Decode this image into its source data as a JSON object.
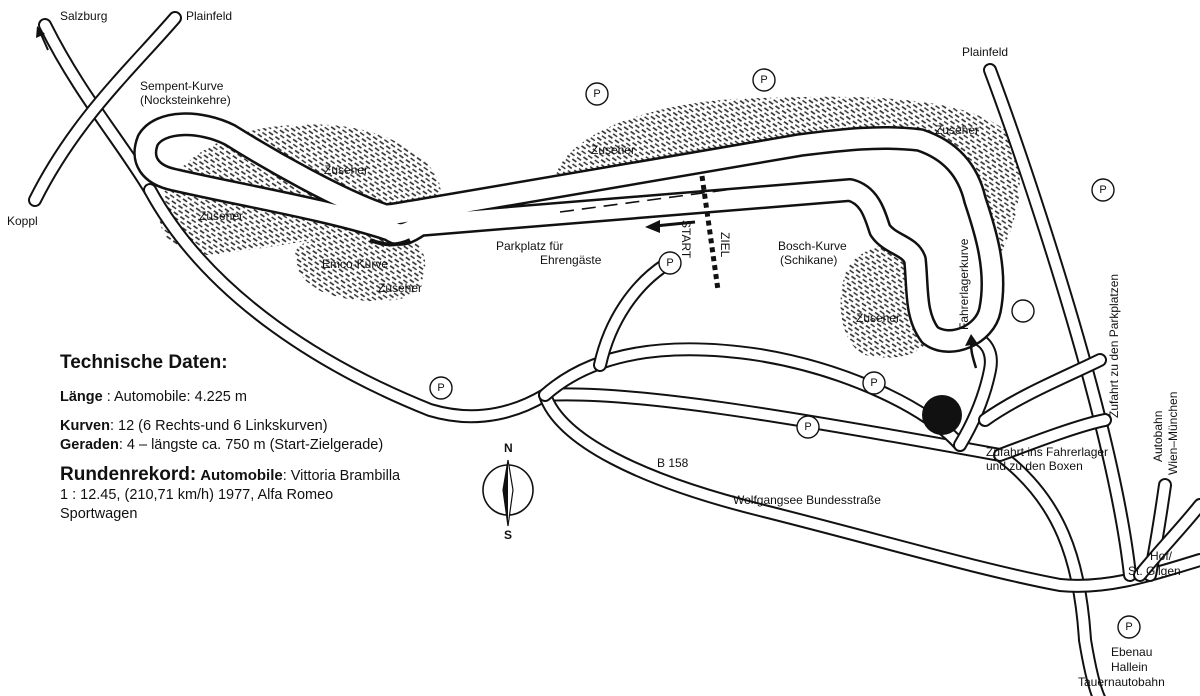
{
  "labels": {
    "salzburg": "Salzburg",
    "plainfeld_top": "Plainfeld",
    "plainfeld_right": "Plainfeld",
    "koppl": "Koppl",
    "sempent_kurve": "Sempent-Kurve",
    "nocksteinkehre": "(Nocksteinkehre)",
    "zuseher_1": "Zuseher",
    "zuseher_2": "Zuseher",
    "zuseher_3": "Zuseher",
    "zuseher_4": "Zuseher",
    "zuseher_5": "Zuseher",
    "zuseher_6": "Zuseher",
    "emco_kurve": "Emco-Kurve",
    "parkplatz_line1": "Parkplatz für",
    "parkplatz_line2": "Ehrengäste",
    "start": "START",
    "ziel": "ZIEL",
    "bosch_kurve": "Bosch-Kurve",
    "schikane": "(Schikane)",
    "fahrerlagerkurve": "Fahrerlagerkurve",
    "zufahrt_parkplatzen": "Zufahrt zu den Parkplatzen",
    "autobahn_line1": "Autobahn",
    "autobahn_line2": "Wien–München",
    "zufahrt_fahrerlager_line1": "Zufahrt ins Fahrerlager",
    "zufahrt_fahrerlager_line2": "und zu den Boxen",
    "b158": "B 158",
    "wolfgangsee": "Wolfgangsee Bundesstraße",
    "hof_line1": "Hof/",
    "hof_line2": "St. Gilgen",
    "ebenau_line1": "Ebenau",
    "ebenau_line2": "Hallein",
    "ebenau_line3": "Tauernautobahn",
    "compass_n": "N",
    "compass_s": "S",
    "parking": "P"
  },
  "tech": {
    "title": "Technische Daten:",
    "laenge_label": "Länge",
    "laenge_value": ": Automobile: 4.225 m",
    "kurven_label": "Kurven",
    "kurven_value": ": 12 (6 Rechts-und 6 Linkskurven)",
    "geraden_label": "Geraden",
    "geraden_value": ": 4 – längste ca. 750 m (Start-Zielgerade)",
    "rr_label": "Rundenrekord:",
    "rr_sub": "Automobile",
    "rr_value": ": Vittoria Brambilla 1 : 12.45, (210,71 km/h) 1977, Alfa Romeo Sportwagen"
  }
}
